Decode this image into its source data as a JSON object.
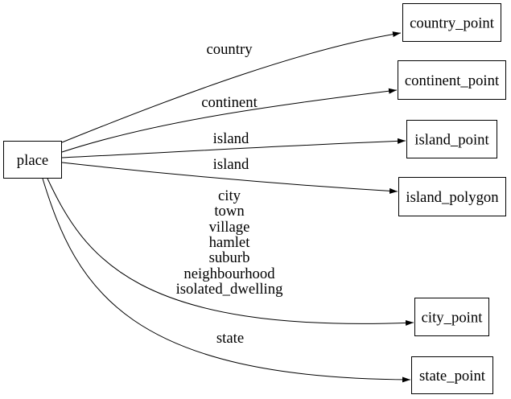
{
  "diagram": {
    "type": "directed-graph",
    "colors": {
      "background": "#ffffff",
      "stroke": "#000000",
      "text": "#000000"
    },
    "source_node": {
      "label": "place"
    },
    "nodes": [
      {
        "label": "country_point"
      },
      {
        "label": "continent_point"
      },
      {
        "label": "island_point"
      },
      {
        "label": "island_polygon"
      },
      {
        "label": "city_point"
      },
      {
        "label": "state_point"
      }
    ],
    "edges": [
      {
        "from": "place",
        "to": "country_point",
        "label": "country"
      },
      {
        "from": "place",
        "to": "continent_point",
        "label": "continent"
      },
      {
        "from": "place",
        "to": "island_point",
        "label": "island"
      },
      {
        "from": "place",
        "to": "island_polygon",
        "label": "island"
      },
      {
        "from": "place",
        "to": "city_point",
        "label_lines": [
          "city",
          "town",
          "village",
          "hamlet",
          "suburb",
          "neighbourhood",
          "isolated_dwelling"
        ]
      },
      {
        "from": "place",
        "to": "state_point",
        "label": "state"
      }
    ]
  }
}
